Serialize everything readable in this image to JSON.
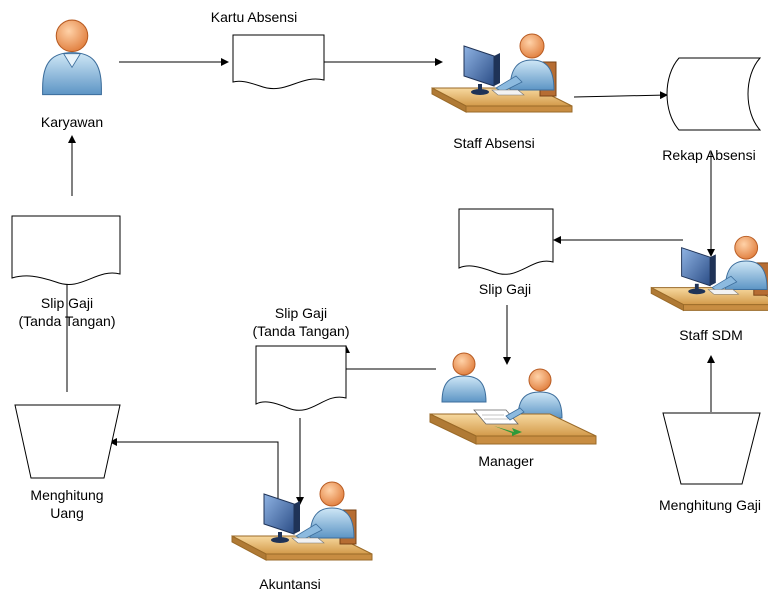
{
  "labels": {
    "karyawan": "Karyawan",
    "kartu_absensi": "Kartu Absensi",
    "staff_absensi": "Staff Absensi",
    "rekap_absensi": "Rekap Absensi",
    "slip_gaji_left_1": "Slip Gaji",
    "slip_gaji_left_2": "(Tanda Tangan)",
    "slip_gaji_mid_1": "Slip Gaji",
    "slip_gaji_mid_2": "(Tanda Tangan)",
    "slip_gaji_right": "Slip Gaji",
    "staff_sdm": "Staff SDM",
    "manager": "Manager",
    "menghitung_uang_1": "Menghitung",
    "menghitung_uang_2": "Uang",
    "akuntansi": "Akuntansi",
    "menghitung_gaji": "Menghitung Gaji"
  },
  "colors": {
    "line": "#000000",
    "skin": "#f4a66e",
    "shirt": "#9ecbe6",
    "shirt_dark": "#5f97c4",
    "desk": "#e8b86a",
    "desk_dark": "#b98536",
    "monitor": "#4a6fa8",
    "monitor_dark": "#1f3357",
    "paper": "#ffffff",
    "chair": "#c07a3e",
    "arrow_green": "#2e9a3a"
  },
  "icons": [
    "person-icon",
    "workstation-icon",
    "meeting-icon"
  ]
}
